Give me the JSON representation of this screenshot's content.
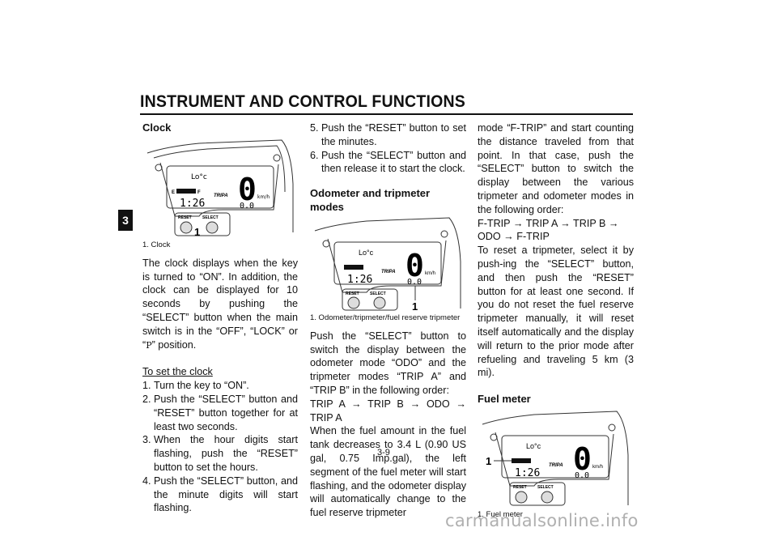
{
  "header": {
    "title": "INSTRUMENT AND CONTROL FUNCTIONS",
    "chapter_tab": "3"
  },
  "page_number": "3-9",
  "watermark": "carmanualsonline.info",
  "panel": {
    "temp": "Lo°c",
    "speed": "0",
    "unit": "km/h",
    "trip_label": "TRIPA",
    "clock": "1:26",
    "trip_value": "0.0",
    "fuel_e": "E",
    "fuel_f": "F",
    "reset_label": "RESET",
    "select_label": "SELECT",
    "callout": "1"
  },
  "col1": {
    "heading": "Clock",
    "caption": "1. Clock",
    "para1": "The clock displays when the key is turned to “ON”. In addition, the clock can be displayed for 10 seconds by pushing the “SELECT” button when the main switch is in the “OFF”, “LOCK” or “",
    "para1_glyph": "P",
    "para1_end": "” position.",
    "subheading": "To set the clock",
    "steps": [
      {
        "n": "1.",
        "text": "Turn the key to “ON”."
      },
      {
        "n": "2.",
        "text": "Push the “SELECT” button and “RESET” button together for at least two seconds."
      },
      {
        "n": "3.",
        "text": "When the hour digits start flashing, push the “RESET” button to set the hours."
      },
      {
        "n": "4.",
        "text": "Push the “SELECT” button, and the minute digits will start flashing."
      }
    ]
  },
  "col2": {
    "steps": [
      {
        "n": "5.",
        "text": "Push the “RESET” button to set the minutes."
      },
      {
        "n": "6.",
        "text": "Push the “SELECT” button and then release it to start the clock."
      }
    ],
    "heading": "Odometer and tripmeter modes",
    "caption": "1. Odometer/tripmeter/fuel reserve tripmeter",
    "para1": "Push the “SELECT” button to switch the display between the odometer mode “ODO” and the tripmeter modes “TRIP A” and “TRIP B” in the following order:",
    "order": "TRIP A → TRIP B → ODO → TRIP A",
    "para2": "When the fuel amount in the fuel tank decreases to 3.4 L (0.90 US gal, 0.75 Imp.gal), the left segment of the fuel meter will start flashing, and the odometer display will automatically change to the fuel reserve tripmeter"
  },
  "col3": {
    "para1": "mode “F-TRIP” and start counting the distance traveled from that point. In that case, push the “SELECT” button to switch the display between the various tripmeter and odometer modes in the following order:",
    "order": "F-TRIP → TRIP A → TRIP B → ODO → F-TRIP",
    "para2": "To reset a tripmeter, select it by push-ing the “SELECT” button, and then push the “RESET” button for at least one second. If you do not reset the fuel reserve tripmeter manually, it will reset itself automatically and the display will return to the prior mode after refueling and traveling 5 km (3 mi).",
    "heading": "Fuel meter",
    "caption": "1. Fuel meter"
  }
}
